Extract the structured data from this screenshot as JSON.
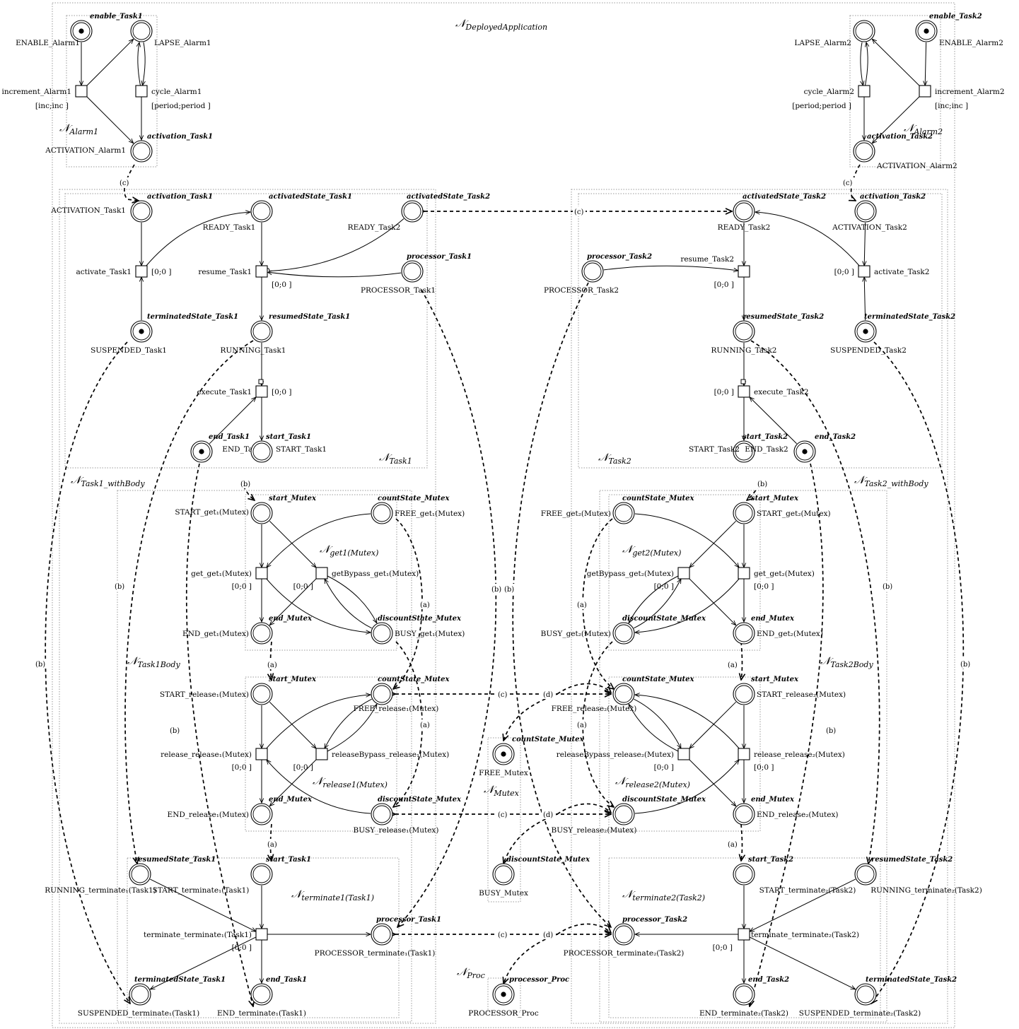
{
  "titles": {
    "deployed": "N_{DeployedApplication}",
    "alarm1": "N_{Alarm1}",
    "alarm2": "N_{Alarm2}",
    "task1": "N_{Task1}",
    "task2": "N_{Task2}",
    "task1_withbody": "N_{Task1_withBody}",
    "task2_withbody": "N_{Task2_withBody}",
    "task1body": "N_{Task1Body}",
    "task2body": "N_{Task2Body}",
    "get1": "N_{get1(Mutex)}",
    "get2": "N_{get2(Mutex)}",
    "release1": "N_{release1(Mutex)}",
    "release2": "N_{release2(Mutex)}",
    "terminate1": "N_{terminate1(Task1)}",
    "terminate2": "N_{terminate2(Task2)}",
    "mutex": "N_{Mutex}",
    "proc": "N_{Proc}"
  },
  "places": {
    "enable_alarm1": {
      "name": "ENABLE_Alarm1",
      "tag": "enable_Task1",
      "token": true
    },
    "lapse_alarm1": {
      "name": "LAPSE_Alarm1",
      "tag": "",
      "token": false
    },
    "activation_alarm1": {
      "name": "ACTIVATION_Alarm1",
      "tag": "activation_Task1",
      "token": false
    },
    "enable_alarm2": {
      "name": "ENABLE_Alarm2",
      "tag": "enable_Task2",
      "token": true
    },
    "lapse_alarm2": {
      "name": "LAPSE_Alarm2",
      "tag": "",
      "token": false
    },
    "activation_alarm2": {
      "name": "ACTIVATION_Alarm2",
      "tag": "activation_Task2",
      "token": false
    },
    "activation_task1": {
      "name": "ACTIVATION_Task1",
      "tag": "activation_Task1",
      "token": false
    },
    "ready_task1": {
      "name": "READY_Task1",
      "tag": "activatedState_Task1",
      "token": false
    },
    "ready_task2_in1": {
      "name": "READY_Task2",
      "tag": "activatedState_Task2",
      "token": false
    },
    "processor_task1": {
      "name": "PROCESSOR_Task1",
      "tag": "processor_Task1",
      "token": false
    },
    "suspended_task1": {
      "name": "SUSPENDED_Task1",
      "tag": "terminatedState_Task1",
      "token": true
    },
    "running_task1": {
      "name": "RUNNING_Task1",
      "tag": "resumedState_Task1",
      "token": false
    },
    "end_task1": {
      "name": "END_Task1",
      "tag": "end_Task1",
      "token": true
    },
    "start_task1": {
      "name": "START_Task1",
      "tag": "start_Task1",
      "token": false
    },
    "activation_task2": {
      "name": "ACTIVATION_Task2",
      "tag": "activation_Task2",
      "token": false
    },
    "ready_task2": {
      "name": "READY_Task2",
      "tag": "activatedState_Task2",
      "token": false
    },
    "processor_task2": {
      "name": "PROCESSOR_Task2",
      "tag": "processor_Task2",
      "token": false
    },
    "suspended_task2": {
      "name": "SUSPENDED_Task2",
      "tag": "terminatedState_Task2",
      "token": true
    },
    "running_task2": {
      "name": "RUNNING_Task2",
      "tag": "resumedState_Task2",
      "token": false
    },
    "end_task2": {
      "name": "END_Task2",
      "tag": "end_Task2",
      "token": true
    },
    "start_task2": {
      "name": "START_Task2",
      "tag": "start_Task2",
      "token": false
    },
    "start_get1": {
      "name": "START_get₁(Mutex)",
      "tag": "start_Mutex",
      "token": false
    },
    "free_get1": {
      "name": "FREE_get₁(Mutex)",
      "tag": "countState_Mutex",
      "token": false
    },
    "end_get1": {
      "name": "END_get₁(Mutex)",
      "tag": "end_Mutex",
      "token": false
    },
    "busy_get1": {
      "name": "BUSY_get₁(Mutex)",
      "tag": "discountState_Mutex",
      "token": false
    },
    "start_release1": {
      "name": "START_release₁(Mutex)",
      "tag": "start_Mutex",
      "token": false
    },
    "free_release1": {
      "name": "FREE_release₁(Mutex)",
      "tag": "countState_Mutex",
      "token": false
    },
    "end_release1": {
      "name": "END_release₁(Mutex)",
      "tag": "end_Mutex",
      "token": false
    },
    "busy_release1": {
      "name": "BUSY_release₁(Mutex)",
      "tag": "discountState_Mutex",
      "token": false
    },
    "running_term1": {
      "name": "RUNNING_terminate₁(Task1)",
      "tag": "resumedState_Task1",
      "token": false
    },
    "start_term1": {
      "name": "START_terminate₁(Task1)",
      "tag": "start_Task1",
      "token": false
    },
    "processor_term1": {
      "name": "PROCESSOR_terminate₁(Task1)",
      "tag": "processor_Task1",
      "token": false
    },
    "suspended_term1": {
      "name": "SUSPENDED_terminate₁(Task1)",
      "tag": "terminatedState_Task1",
      "token": false
    },
    "end_term1": {
      "name": "END_terminate₁(Task1)",
      "tag": "end_Task1",
      "token": false
    },
    "free_get2": {
      "name": "FREE_get₂(Mutex)",
      "tag": "countState_Mutex",
      "token": false
    },
    "start_get2": {
      "name": "START_get₂(Mutex)",
      "tag": "start_Mutex",
      "token": false
    },
    "busy_get2": {
      "name": "BUSY_get₂(Mutex)",
      "tag": "discountState_Mutex",
      "token": false
    },
    "end_get2": {
      "name": "END_get₂(Mutex)",
      "tag": "end_Mutex",
      "token": false
    },
    "free_release2": {
      "name": "FREE_release₂(Mutex)",
      "tag": "countState_Mutex",
      "token": false
    },
    "start_release2": {
      "name": "START_release₂(Mutex)",
      "tag": "start_Mutex",
      "token": false
    },
    "busy_release2": {
      "name": "BUSY_release₂(Mutex)",
      "tag": "discountState_Mutex",
      "token": false
    },
    "end_release2": {
      "name": "END_release₂(Mutex)",
      "tag": "end_Mutex",
      "token": false
    },
    "start_term2": {
      "name": "START_terminate₂(Task2)",
      "tag": "start_Task2",
      "token": false
    },
    "running_term2": {
      "name": "RUNNING_terminate₂(Task2)",
      "tag": "resumedState_Task2",
      "token": false
    },
    "processor_term2": {
      "name": "PROCESSOR_terminate₂(Task2)",
      "tag": "processor_Task2",
      "token": false
    },
    "end_term2": {
      "name": "END_terminate₂(Task2)",
      "tag": "end_Task2",
      "token": false
    },
    "suspended_term2": {
      "name": "SUSPENDED_terminate₂(Task2)",
      "tag": "terminatedState_Task2",
      "token": false
    },
    "free_mutex": {
      "name": "FREE_Mutex",
      "tag": "countState_Mutex",
      "token": true
    },
    "busy_mutex": {
      "name": "BUSY_Mutex",
      "tag": "discountState_Mutex",
      "token": false
    },
    "processor_proc": {
      "name": "PROCESSOR_Proc",
      "tag": "processor_Proc",
      "token": true
    }
  },
  "transitions": {
    "increment_alarm1": {
      "name": "increment_Alarm1",
      "interval": "[inc;inc ]"
    },
    "cycle_alarm1": {
      "name": "cycle_Alarm1",
      "interval": "[period;period ]"
    },
    "increment_alarm2": {
      "name": "increment_Alarm2",
      "interval": "[inc;inc ]"
    },
    "cycle_alarm2": {
      "name": "cycle_Alarm2",
      "interval": "[period;period ]"
    },
    "activate_task1": {
      "name": "activate_Task1",
      "interval": "[0;0 ]"
    },
    "resume_task1": {
      "name": "resume_Task1",
      "interval": "[0;0 ]"
    },
    "execute_task1": {
      "name": "execute_Task1",
      "interval": "[0;0 ]"
    },
    "activate_task2": {
      "name": "activate_Task2",
      "interval": "[0;0 ]"
    },
    "resume_task2": {
      "name": "resume_Task2",
      "interval": "[0;0 ]"
    },
    "execute_task2": {
      "name": "execute_Task2",
      "interval": "[0;0 ]"
    },
    "get_get1": {
      "name": "get_get₁(Mutex)",
      "interval": "[0;0 ]"
    },
    "bypass_get1": {
      "name": "getBypass_get₁(Mutex)",
      "interval": "[0;0 ]"
    },
    "release_release1": {
      "name": "release_release₁(Mutex)",
      "interval": "[0;0 ]"
    },
    "bypass_release1": {
      "name": "releaseBypass_release₁(Mutex)",
      "interval": "[0;0 ]"
    },
    "terminate1": {
      "name": "terminate_terminate₁(Task1)",
      "interval": "[0;0 ]"
    },
    "get_get2": {
      "name": "get_get₂(Mutex)",
      "interval": "[0;0 ]"
    },
    "bypass_get2": {
      "name": "getBypass_get₂(Mutex)",
      "interval": "[0;0 ]"
    },
    "release_release2": {
      "name": "release_release₂(Mutex)",
      "interval": "[0;0 ]"
    },
    "bypass_release2": {
      "name": "releaseBypass_release₂(Mutex)",
      "interval": "[0;0 ]"
    },
    "terminate2": {
      "name": "terminate_terminate₂(Task2)",
      "interval": "[0;0 ]"
    }
  },
  "fusion_labels": {
    "a": "(a)",
    "b": "(b)",
    "c": "(c)",
    "d": "(d)"
  }
}
